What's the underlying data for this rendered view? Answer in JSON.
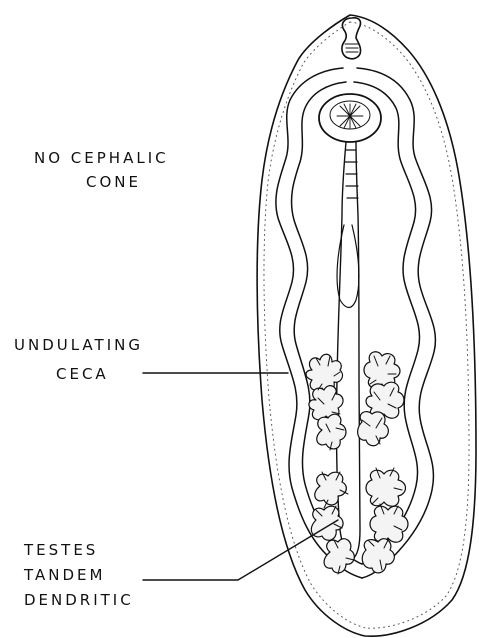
{
  "labels": {
    "no_cephalic_line1": "NO CEPHALIC",
    "no_cephalic_line2": "CONE",
    "ceca_line1": "UNDULATING",
    "ceca_line2": "CECA",
    "testes_line1": "TESTES",
    "testes_line2": "TANDEM",
    "testes_line3": "DENDRITIC"
  },
  "colors": {
    "ink": "#111111",
    "background": "#ffffff",
    "stipple": "#555555"
  }
}
